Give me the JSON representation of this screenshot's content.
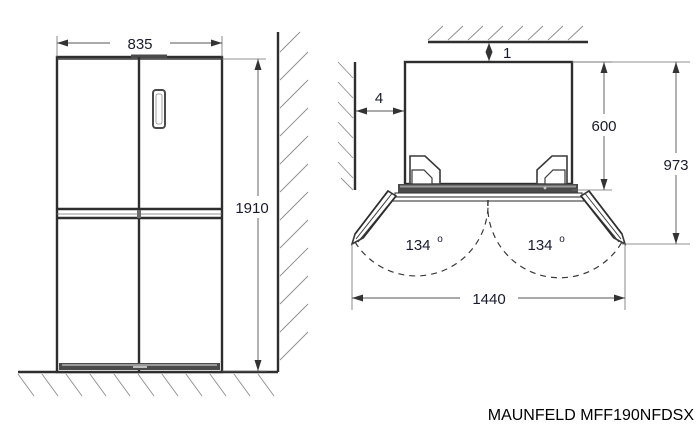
{
  "drawing": {
    "title_text": "MAUNFELD MFF190NFDSX",
    "brand": "MAUNFELD",
    "model": "MFF190NFDSX",
    "units": "mm",
    "line_color": "#2e2e2e",
    "hatch_color": "#8d8d8d",
    "text_color": "#1a1a2e"
  },
  "front_view": {
    "name": "front-elevation",
    "width_dim": "835",
    "height_dim": "1910",
    "doors": 4,
    "handle": "vertical-recessed-handle",
    "wall_side": "right",
    "floor": "hatched"
  },
  "top_view": {
    "name": "plan-view-door-swing",
    "ceiling_clearance_dim": "1",
    "wall_clearance_dim": "4",
    "depth_body_dim": "600",
    "depth_total_dim": "973",
    "swing_width_dim": "1440",
    "angle_left": "134",
    "angle_right": "134",
    "degree_symbol": "o",
    "wall_side": "left",
    "ceiling_side": "top"
  }
}
